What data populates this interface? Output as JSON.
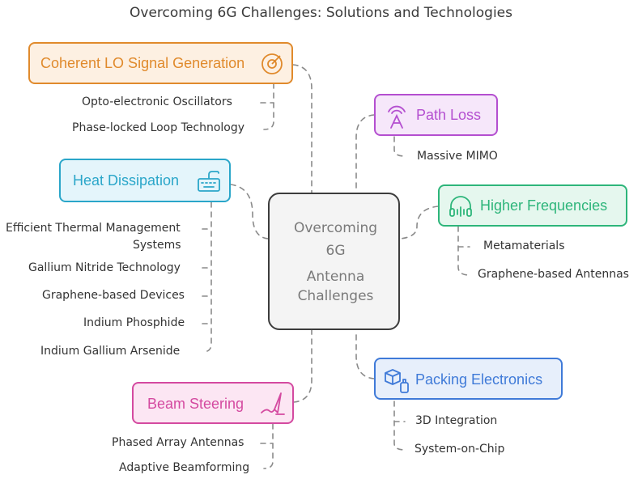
{
  "title": "Overcoming 6G Challenges: Solutions and Technologies",
  "center": {
    "lines": [
      "Overcoming",
      "6G",
      "Antenna",
      "Challenges"
    ]
  },
  "branches": {
    "coherent_lo": {
      "label": "Coherent LO Signal Generation",
      "color": "#e08a2c",
      "fill": "#fdf0e2",
      "icon": "target-icon",
      "leaves": [
        "Opto-electronic Oscillators",
        "Phase-locked Loop Technology"
      ]
    },
    "path_loss": {
      "label": "Path Loss",
      "color": "#b44fd0",
      "fill": "#f6e7fa",
      "icon": "antenna-signal-icon",
      "leaves": [
        "Massive MIMO"
      ]
    },
    "heat": {
      "label": "Heat Dissipation",
      "color": "#2aa6c9",
      "fill": "#e4f5fb",
      "icon": "keyboard-icon",
      "leaves": [
        "Efficient Thermal Management",
        "Systems",
        "Gallium Nitride Technology",
        "Graphene-based Devices",
        "Indium Phosphide",
        "Indium Gallium Arsenide"
      ]
    },
    "higher_freq": {
      "label": "Higher Frequencies",
      "color": "#2db57a",
      "fill": "#e5f7ee",
      "icon": "headphones-icon",
      "leaves": [
        "Metamaterials",
        "Graphene-based Antennas"
      ]
    },
    "packing": {
      "label": "Packing Electronics",
      "color": "#3f7ad8",
      "fill": "#e7effb",
      "icon": "package-icon",
      "leaves": [
        "3D Integration",
        "System-on-Chip"
      ]
    },
    "beam": {
      "label": "Beam Steering",
      "color": "#d44aa0",
      "fill": "#fce6f3",
      "icon": "pen-icon",
      "leaves": [
        "Phased Array Antennas",
        "Adaptive Beamforming"
      ]
    }
  }
}
